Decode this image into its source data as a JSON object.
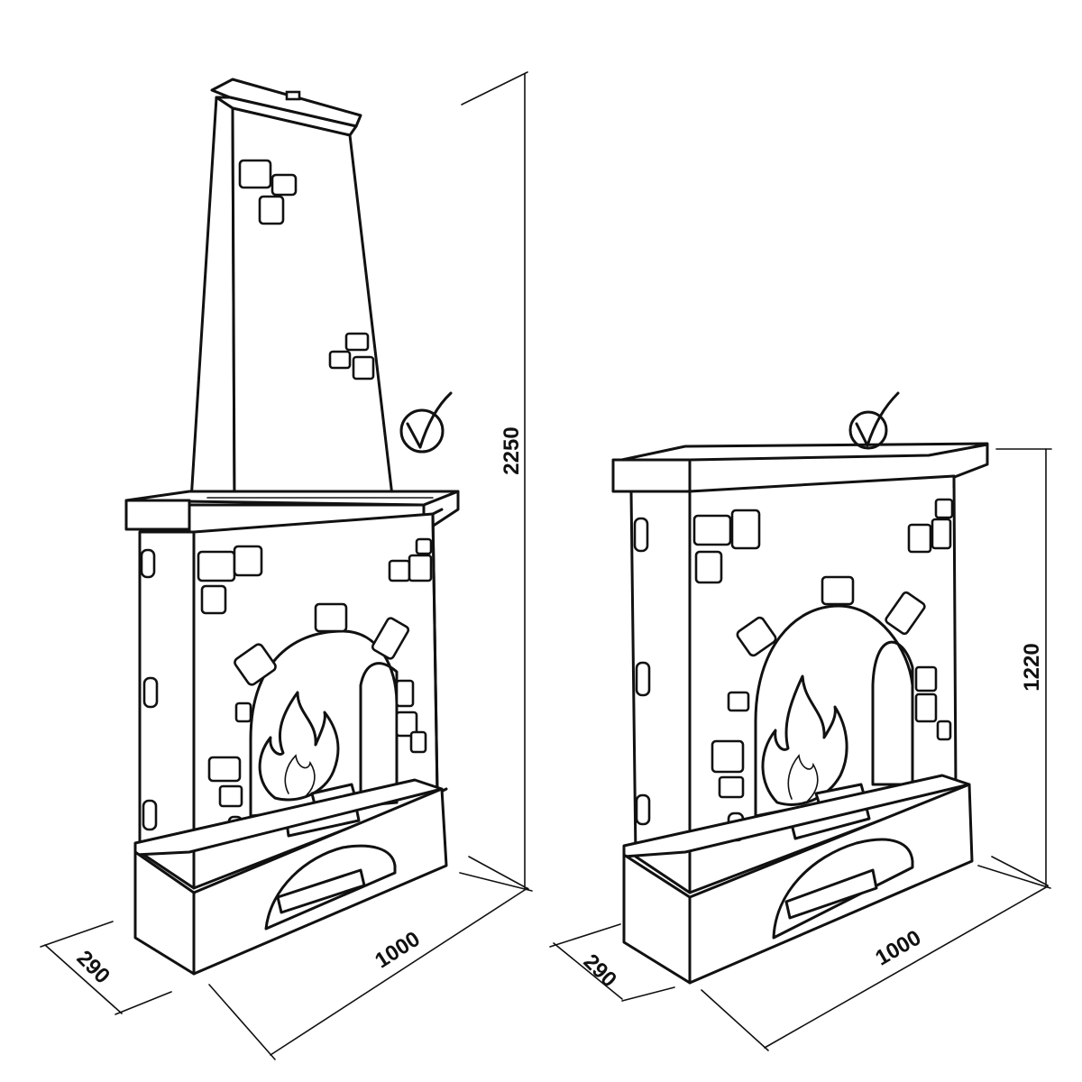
{
  "left_fireplace": {
    "height_label": "2250",
    "width_label": "1000",
    "depth_label": "290",
    "check_icon": "circle-check-icon"
  },
  "right_fireplace": {
    "height_label": "1220",
    "width_label": "1000",
    "depth_label": "290",
    "check_icon": "circle-check-icon"
  },
  "colors": {
    "line": "#111111",
    "background": "#ffffff"
  }
}
